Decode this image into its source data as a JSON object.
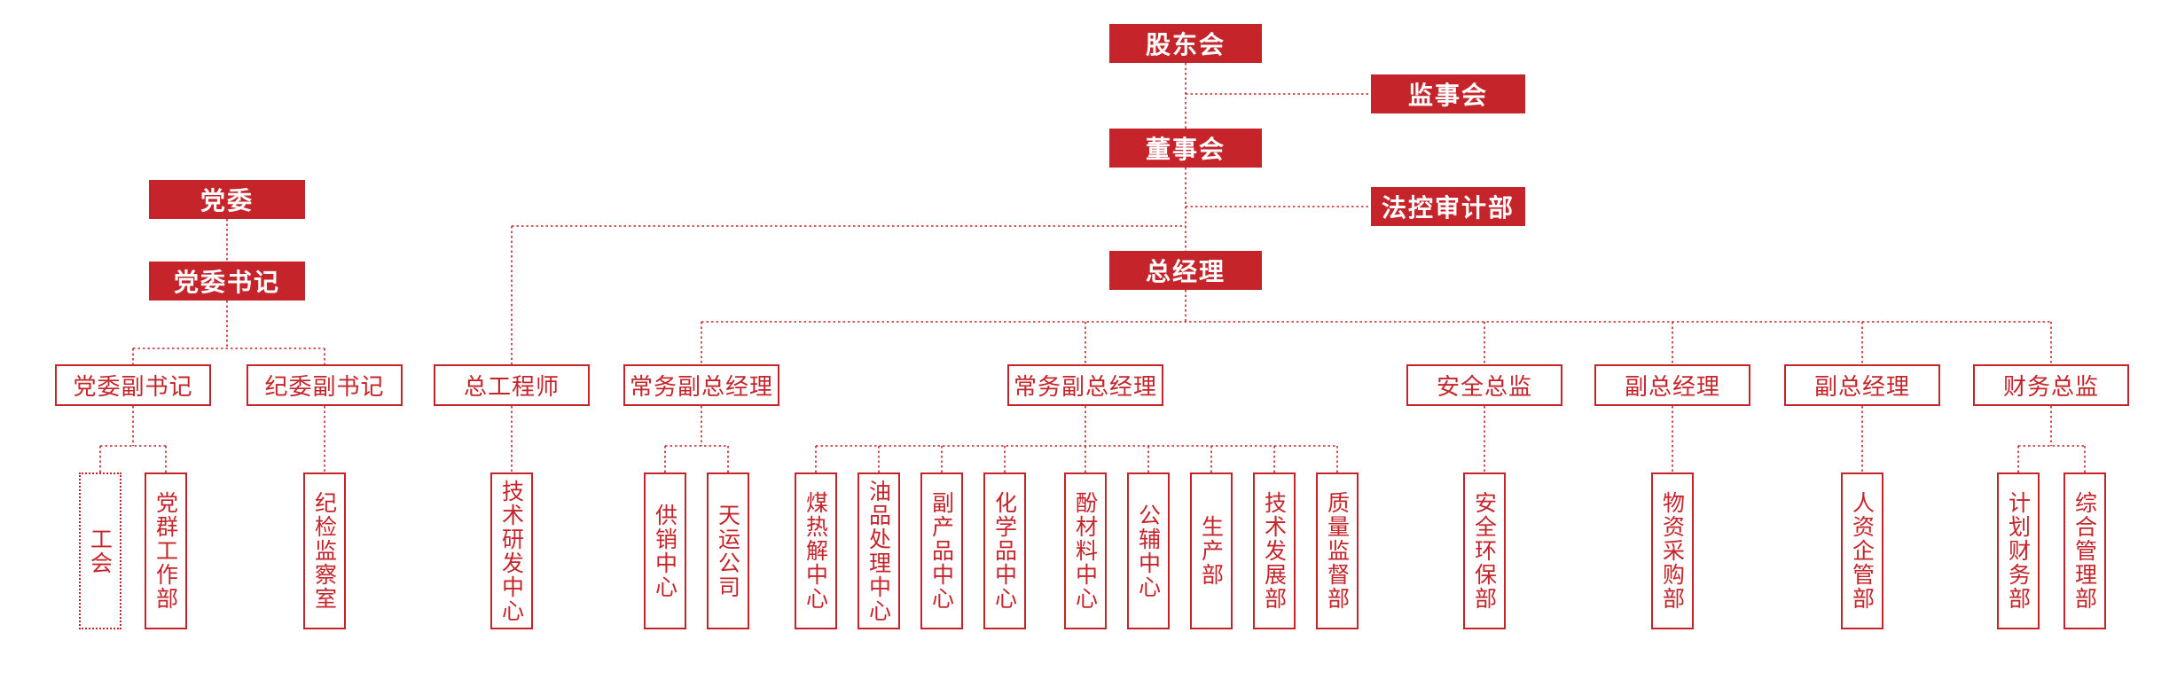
{
  "colors": {
    "primary_red": "#C5242B",
    "solid_box_text": "#FFFFFF",
    "background": "#FFFFFF",
    "connector_style": "dotted"
  },
  "org_chart": {
    "type": "organization-chart",
    "nodes": [
      {
        "id": "shareholders-meeting",
        "label": "股东会",
        "style": "solid",
        "parent": null
      },
      {
        "id": "supervisory-board",
        "label": "监事会",
        "style": "solid",
        "parent": "股东会"
      },
      {
        "id": "board-of-directors",
        "label": "董事会",
        "style": "solid",
        "parent": "股东会"
      },
      {
        "id": "legal-control-audit-dept",
        "label": "法控审计部",
        "style": "solid",
        "parent": "董事会"
      },
      {
        "id": "general-manager",
        "label": "总经理",
        "style": "solid",
        "parent": "董事会"
      },
      {
        "id": "party-committee",
        "label": "党委",
        "style": "solid",
        "parent": null
      },
      {
        "id": "party-committee-secretary",
        "label": "党委书记",
        "style": "solid",
        "parent": "党委"
      },
      {
        "id": "deputy-party-secretary",
        "label": "党委副书记",
        "style": "outline",
        "parent": "党委书记"
      },
      {
        "id": "deputy-discipline-secretary",
        "label": "纪委副书记",
        "style": "outline",
        "parent": "党委书记"
      },
      {
        "id": "chief-engineer",
        "label": "总工程师",
        "style": "outline",
        "parent": "总经理"
      },
      {
        "id": "executive-deputy-gm-1",
        "label": "常务副总经理",
        "style": "outline",
        "parent": "总经理"
      },
      {
        "id": "executive-deputy-gm-2",
        "label": "常务副总经理",
        "style": "outline",
        "parent": "总经理"
      },
      {
        "id": "safety-director",
        "label": "安全总监",
        "style": "outline",
        "parent": "总经理"
      },
      {
        "id": "deputy-gm-1",
        "label": "副总经理",
        "style": "outline",
        "parent": "总经理"
      },
      {
        "id": "deputy-gm-2",
        "label": "副总经理",
        "style": "outline",
        "parent": "总经理"
      },
      {
        "id": "finance-director",
        "label": "财务总监",
        "style": "outline",
        "parent": "总经理"
      },
      {
        "id": "labor-union",
        "label": "工会",
        "style": "vertical-dotted",
        "parent": "党委副书记"
      },
      {
        "id": "party-mass-work-dept",
        "label": "党群工作部",
        "style": "vertical",
        "parent": "党委副书记"
      },
      {
        "id": "discipline-inspection-office",
        "label": "纪检监察室",
        "style": "vertical",
        "parent": "纪委副书记"
      },
      {
        "id": "tech-rd-center",
        "label": "技术研发中心",
        "style": "vertical",
        "parent": "总工程师"
      },
      {
        "id": "supply-marketing-center",
        "label": "供销中心",
        "style": "vertical",
        "parent": "常务副总经理"
      },
      {
        "id": "tianyun-company",
        "label": "天运公司",
        "style": "vertical",
        "parent": "常务副总经理"
      },
      {
        "id": "coal-pyrolysis-center",
        "label": "煤热解中心",
        "style": "vertical",
        "parent": "常务副总经理"
      },
      {
        "id": "oil-processing-center",
        "label": "油品处理中心",
        "style": "vertical",
        "parent": "常务副总经理"
      },
      {
        "id": "byproduct-center",
        "label": "副产品中心",
        "style": "vertical",
        "parent": "常务副总经理"
      },
      {
        "id": "chemicals-center",
        "label": "化学品中心",
        "style": "vertical",
        "parent": "常务副总经理"
      },
      {
        "id": "phenol-materials-center",
        "label": "酚材料中心",
        "style": "vertical",
        "parent": "常务副总经理"
      },
      {
        "id": "utilities-center",
        "label": "公辅中心",
        "style": "vertical",
        "parent": "常务副总经理"
      },
      {
        "id": "production-dept",
        "label": "生产部",
        "style": "vertical",
        "parent": "常务副总经理"
      },
      {
        "id": "tech-development-dept",
        "label": "技术发展部",
        "style": "vertical",
        "parent": "常务副总经理"
      },
      {
        "id": "quality-supervision-dept",
        "label": "质量监督部",
        "style": "vertical",
        "parent": "常务副总经理"
      },
      {
        "id": "safety-environment-dept",
        "label": "安全环保部",
        "style": "vertical",
        "parent": "安全总监"
      },
      {
        "id": "materials-procurement-dept",
        "label": "物资采购部",
        "style": "vertical",
        "parent": "副总经理"
      },
      {
        "id": "hr-enterprise-mgmt-dept",
        "label": "人资企管部",
        "style": "vertical",
        "parent": "副总经理"
      },
      {
        "id": "planning-finance-dept",
        "label": "计划财务部",
        "style": "vertical",
        "parent": "财务总监"
      },
      {
        "id": "general-management-dept",
        "label": "综合管理部",
        "style": "vertical",
        "parent": "财务总监"
      }
    ]
  }
}
